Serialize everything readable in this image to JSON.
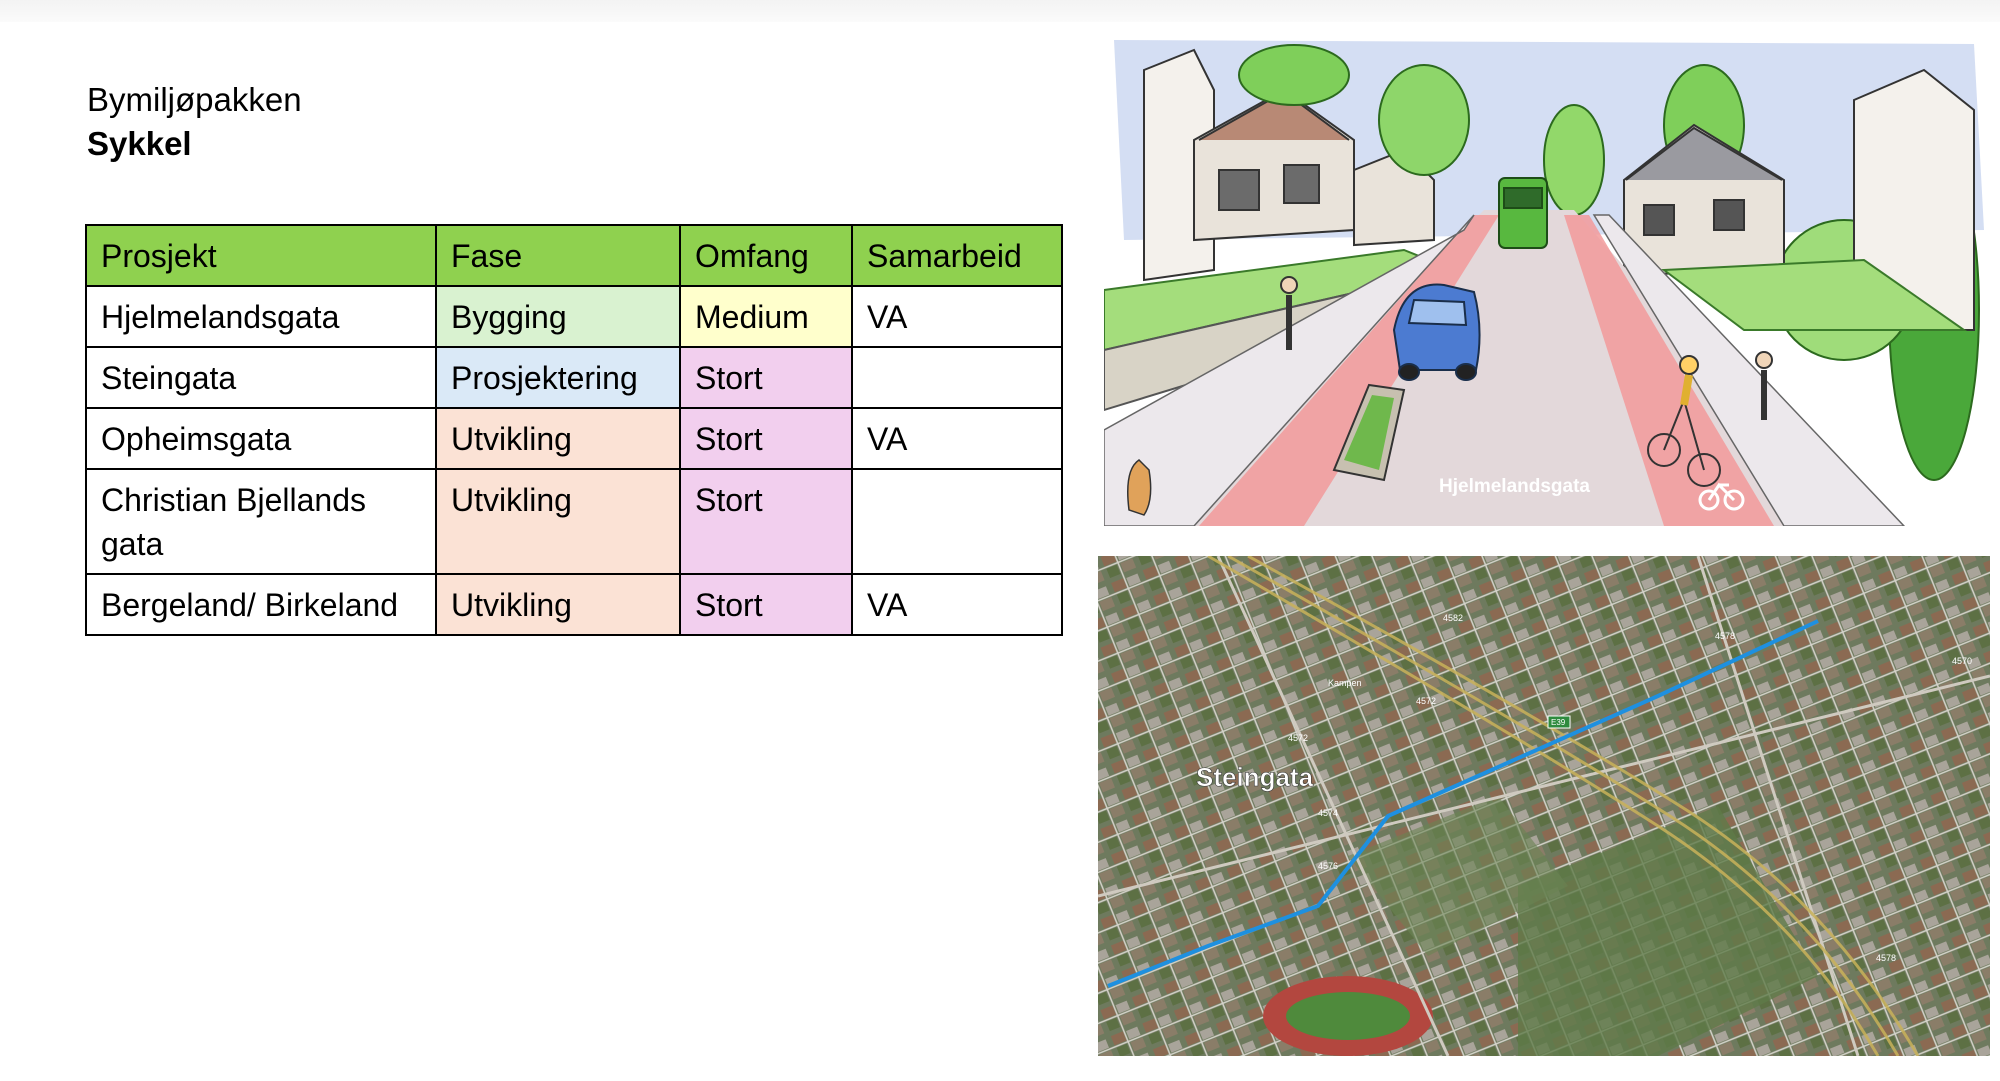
{
  "title": {
    "line1": "Bymiljøpakken",
    "line2": "Sykkel"
  },
  "table": {
    "headers": [
      "Prosjekt",
      "Fase",
      "Omfang",
      "Samarbeid"
    ],
    "rows": [
      {
        "prosjekt": "Hjelmelandsgata",
        "fase": "Bygging",
        "omfang": "Medium",
        "samarbeid": "VA"
      },
      {
        "prosjekt": "Steingata",
        "fase": "Prosjektering",
        "omfang": "Stort",
        "samarbeid": ""
      },
      {
        "prosjekt": "Opheimsgata",
        "fase": "Utvikling",
        "omfang": "Stort",
        "samarbeid": "VA"
      },
      {
        "prosjekt": "Christian Bjellands gata",
        "fase": "Utvikling",
        "omfang": "Stort",
        "samarbeid": ""
      },
      {
        "prosjekt": "Bergeland/ Birkeland",
        "fase": "Utvikling",
        "omfang": "Stort",
        "samarbeid": "VA"
      }
    ]
  },
  "colors": {
    "header": "#8fd14f",
    "bygging": "#d9f2d0",
    "medium": "#ffffcc",
    "prosjektering": "#dae9f7",
    "utvikling": "#fbe2d5",
    "stort": "#f2cfee",
    "route": "#1e90e0"
  },
  "images": {
    "sketch_label": "Hjelmelandsgata",
    "map_label": "Steingata",
    "map_road_numbers": [
      "4582",
      "4578",
      "4570",
      "4572",
      "4572",
      "4574",
      "4576",
      "4578"
    ],
    "map_shield": "E39",
    "map_place": "Kampen"
  }
}
